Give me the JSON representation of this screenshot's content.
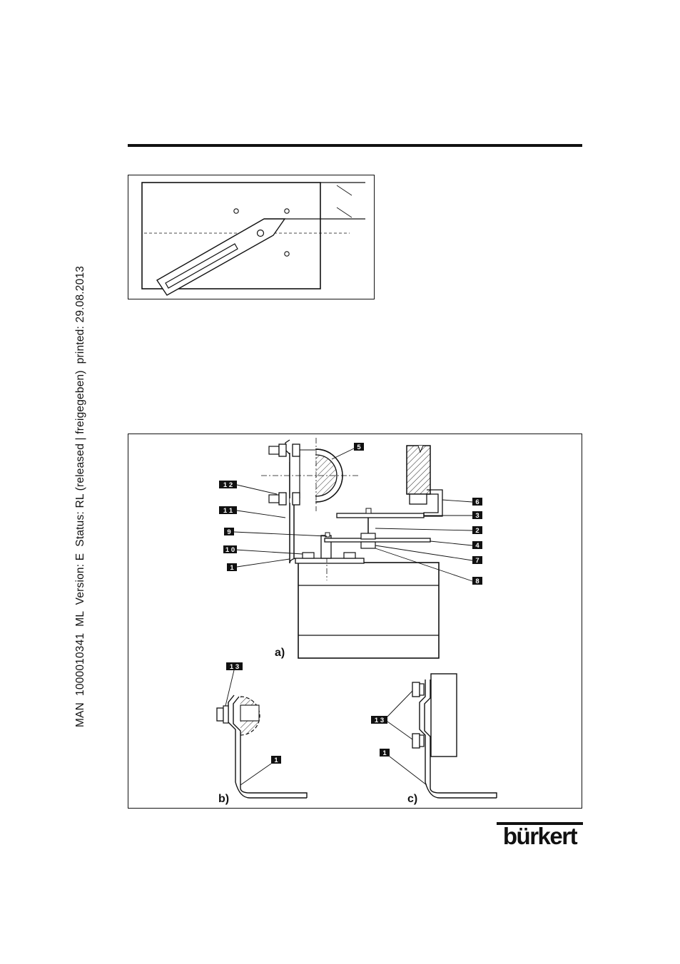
{
  "side_note": "MAN  1000010341  ML  Version: E  Status: RL (released | freigegeben)  printed: 29.08.2013",
  "callouts": {
    "c1": "1",
    "c2": "2",
    "c3": "3",
    "c4": "4",
    "c5": "5",
    "c6": "6",
    "c7": "7",
    "c8": "8",
    "c9": "9",
    "c10": "1 0",
    "c11": "1 1",
    "c12": "1 2",
    "c13b": "1 3",
    "c1b": "1",
    "c13c": "1 3",
    "c1c": "1"
  },
  "view_labels": {
    "a": "a)",
    "b": "b)",
    "c": "c)"
  },
  "brand": "bürkert"
}
